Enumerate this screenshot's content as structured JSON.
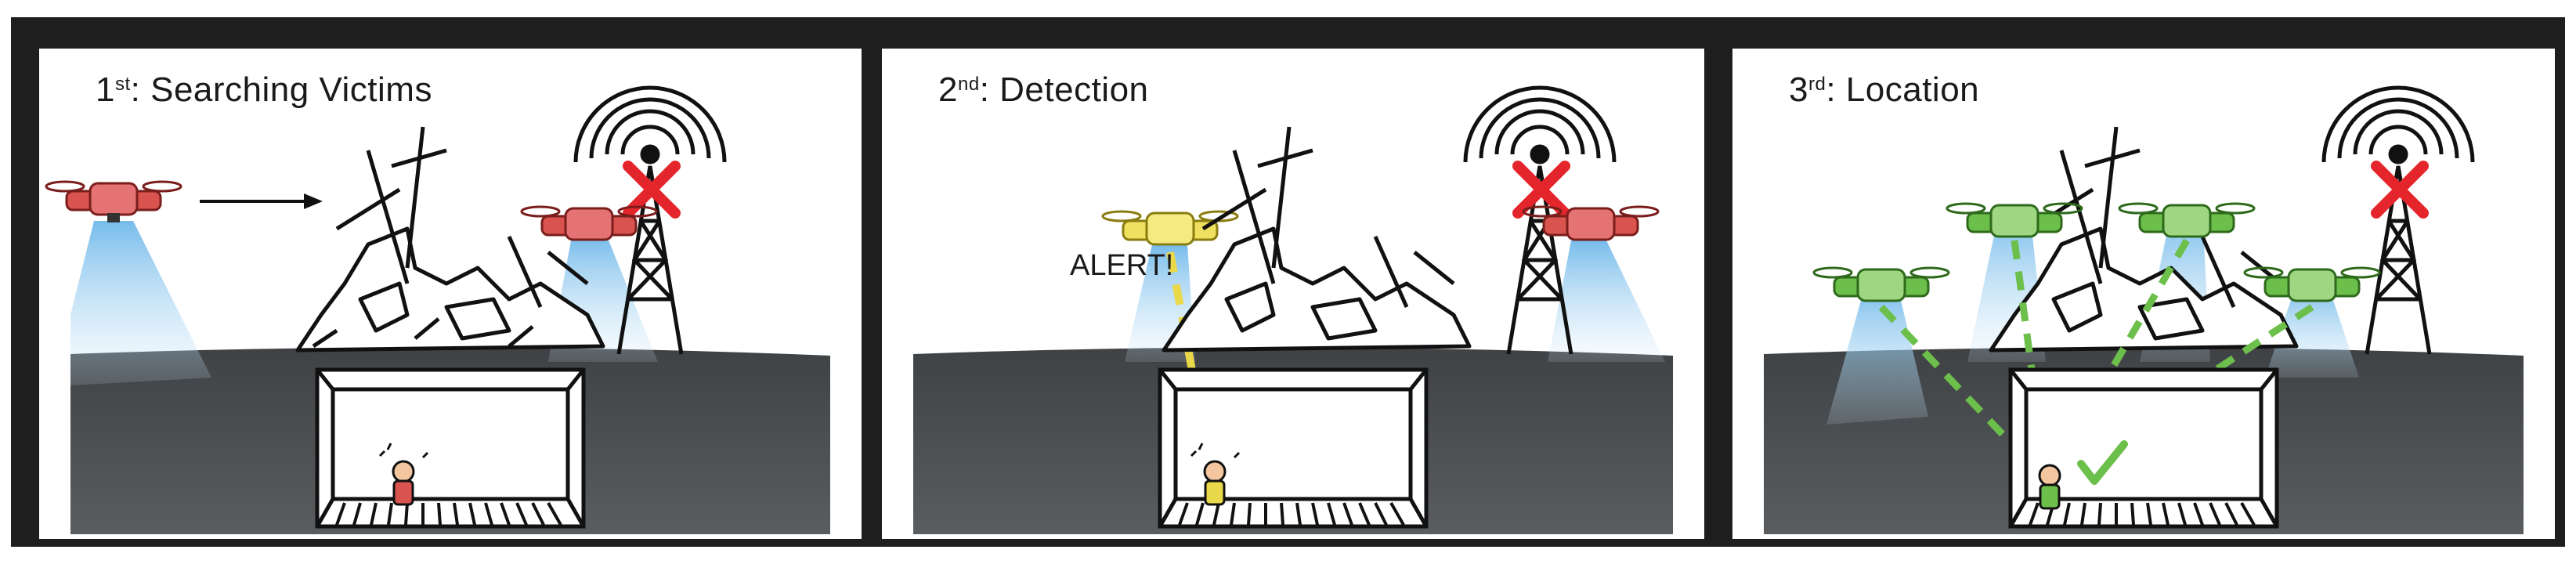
{
  "panels": [
    {
      "ordinal": "1",
      "suffix": "st",
      "label": ": Searching Victims"
    },
    {
      "ordinal": "2",
      "suffix": "nd",
      "label": ": Detection",
      "alert": "ALERT!"
    },
    {
      "ordinal": "3",
      "suffix": "rd",
      "label": ": Location"
    }
  ],
  "colors": {
    "drone_search": "#d9534f",
    "drone_detect": "#f0e060",
    "drone_locate": "#6cbf4a",
    "ground": "#505356",
    "beam": "#7fc4f0",
    "tower_cross": "#e4262c",
    "frame": "#1e1e1e"
  },
  "icons": [
    "drone-icon",
    "rubble-icon",
    "antenna-tower-icon",
    "victim-icon",
    "arrow-icon",
    "checkmark-icon"
  ]
}
